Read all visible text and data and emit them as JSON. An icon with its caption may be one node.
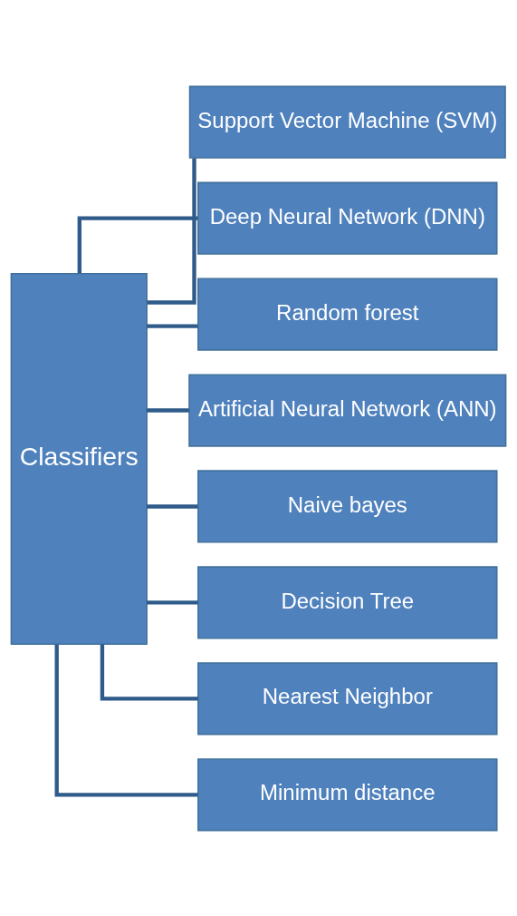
{
  "diagram": {
    "nodes": [
      {
        "text": [
          "Classifiers"
        ]
      },
      {
        "text": [
          "Support Vector Machine (SVM)"
        ]
      },
      {
        "text": [
          "Deep Neural Network (DNN)"
        ]
      },
      {
        "text": [
          "Random forest"
        ]
      },
      {
        "text": [
          "Artificial Neural Network (ANN)"
        ]
      },
      {
        "text": [
          "Naive bayes"
        ]
      },
      {
        "text": [
          "Decision Tree"
        ]
      },
      {
        "text": [
          "Nearest Neighbor"
        ]
      },
      {
        "text": [
          "Minimum distance"
        ]
      }
    ],
    "edges": [
      {
        "from": 0,
        "to": 1,
        "arrow": "none"
      },
      {
        "from": 0,
        "to": 2,
        "arrow": "none"
      },
      {
        "from": 0,
        "to": 3,
        "arrow": "none"
      },
      {
        "from": 0,
        "to": 4,
        "arrow": "none"
      },
      {
        "from": 0,
        "to": 5,
        "arrow": "none"
      },
      {
        "from": 0,
        "to": 6,
        "arrow": "none"
      },
      {
        "from": 0,
        "to": 7,
        "arrow": "none"
      },
      {
        "from": 0,
        "to": 8,
        "arrow": "none"
      }
    ]
  }
}
